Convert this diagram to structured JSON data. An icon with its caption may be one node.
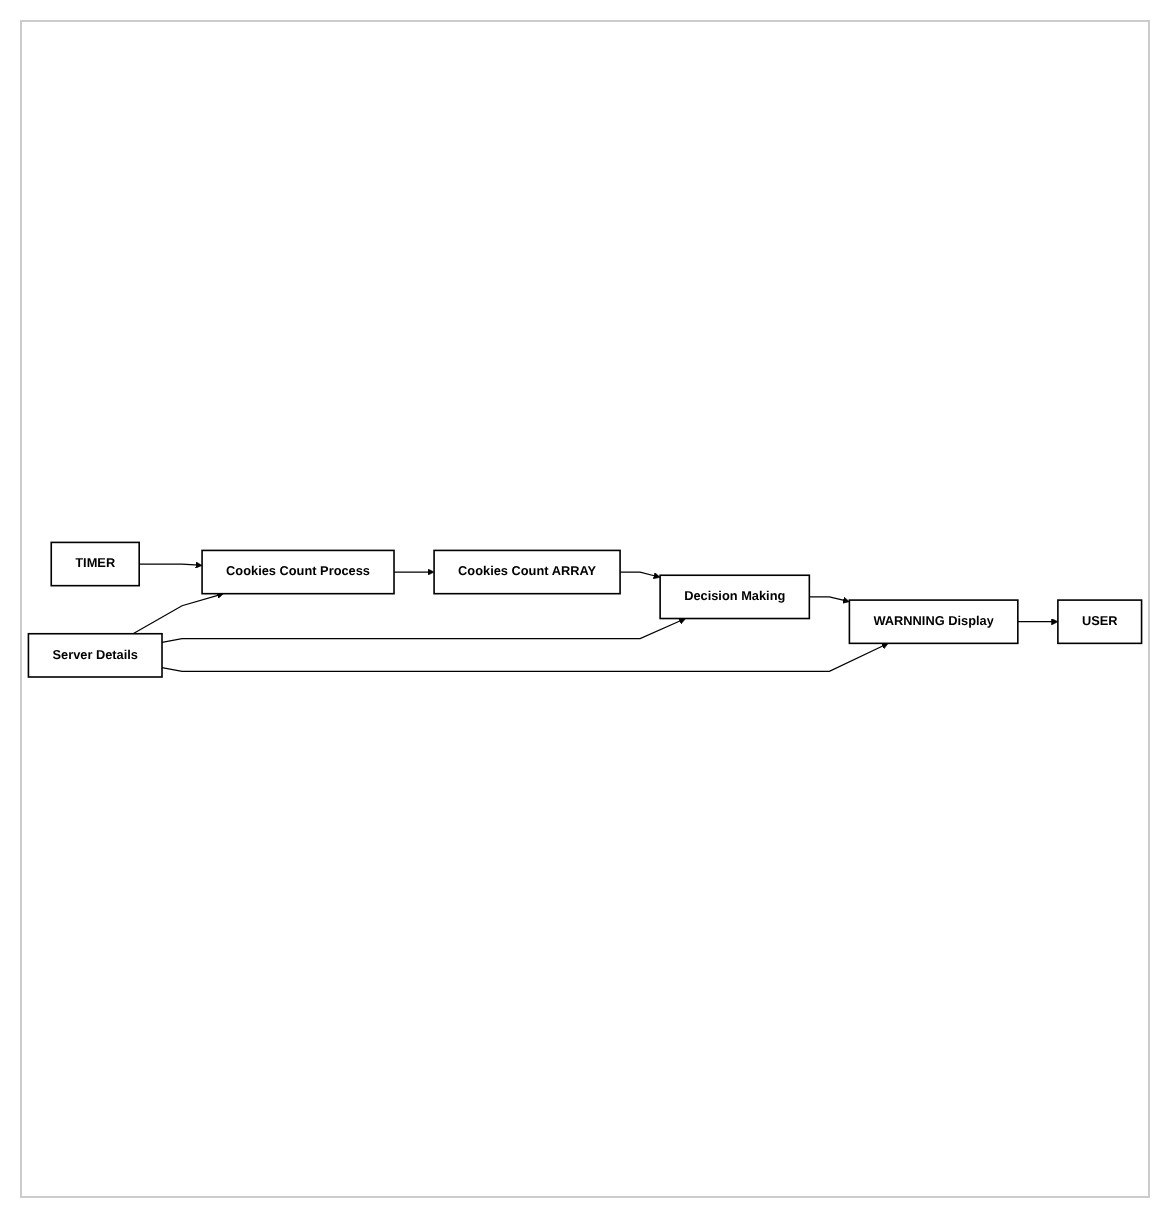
{
  "diagram": {
    "nodes": [
      {
        "text": [
          "TIMER"
        ]
      },
      {
        "text": [
          "Cookies Count Process"
        ]
      },
      {
        "text": [
          "Cookies Count ARRAY"
        ]
      },
      {
        "text": [
          "Server Details"
        ]
      },
      {
        "text": [
          "Decision Making"
        ]
      },
      {
        "text": [
          "WARNNING Display"
        ]
      },
      {
        "text": [
          "USER"
        ]
      }
    ],
    "edges": [
      {
        "from": 0,
        "to": 1,
        "arrow": "to"
      },
      {
        "from": 1,
        "to": 2,
        "arrow": "to"
      },
      {
        "from": 2,
        "to": 4,
        "arrow": "to"
      },
      {
        "from": 3,
        "to": 1,
        "arrow": "to"
      },
      {
        "from": 3,
        "to": 4,
        "arrow": "to"
      },
      {
        "from": 4,
        "to": 5,
        "arrow": "to"
      },
      {
        "from": 3,
        "to": 5,
        "arrow": "to"
      },
      {
        "from": 5,
        "to": 6,
        "arrow": "to"
      }
    ]
  }
}
